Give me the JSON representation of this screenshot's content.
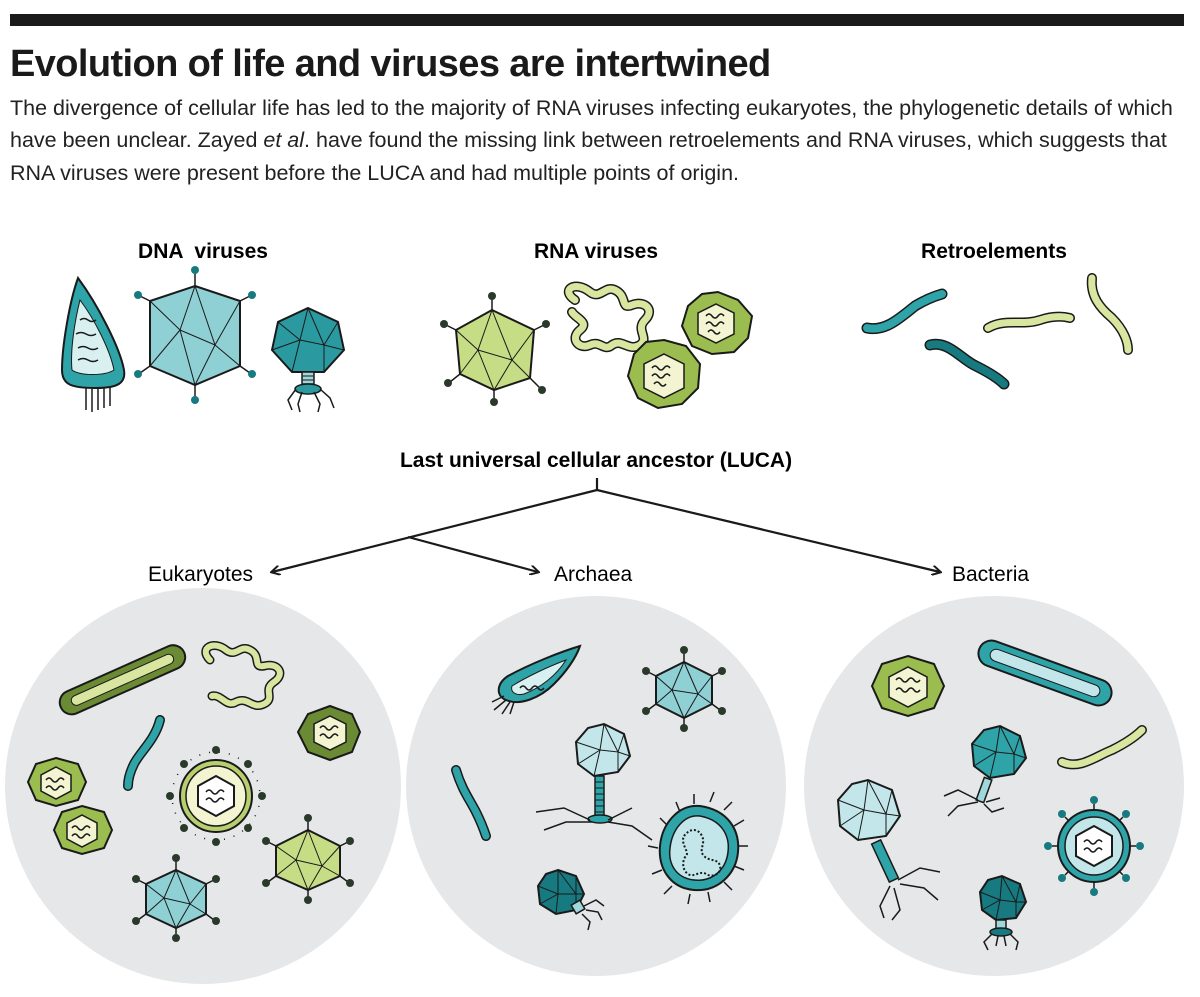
{
  "header": {
    "title": "Evolution of life and viruses are intertwined",
    "description_part1": "The divergence of cellular life has led to the majority of RNA viruses infecting eukaryotes, the phylogenetic details of which have been unclear. Zayed ",
    "description_italic": "et al",
    "description_part2": ". have found the missing link between retroelements and RNA viruses, which suggests that RNA viruses were present before the LUCA and had multiple points of origin."
  },
  "groups": {
    "dna": "DNA  viruses",
    "rna": "RNA viruses",
    "retro": "Retroelements"
  },
  "tree": {
    "root": "Last universal cellular ancestor (LUCA)",
    "branches": [
      "Eukaryotes",
      "Archaea",
      "Bacteria"
    ]
  },
  "colors": {
    "teal": "#2ea3a8",
    "teal_dark": "#167a80",
    "teal_light": "#9fd7db",
    "green": "#b7cf6e",
    "green_dark": "#5e7a2e",
    "green_light": "#dfe9a8",
    "circle_bg": "#e6e7e8"
  }
}
